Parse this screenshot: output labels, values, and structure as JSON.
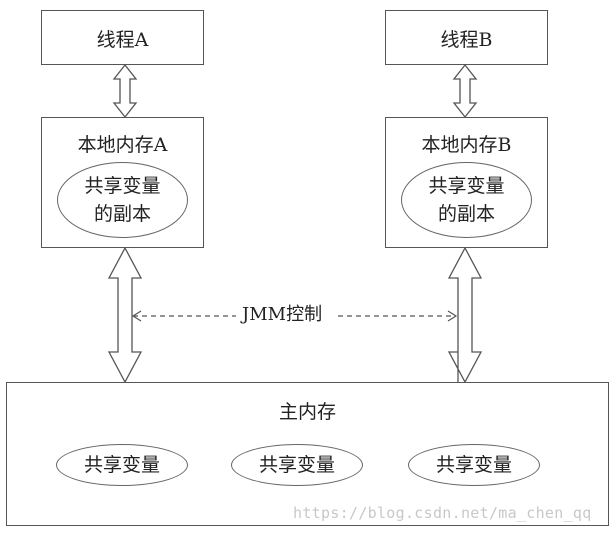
{
  "thread_a": {
    "label": "线程A"
  },
  "thread_b": {
    "label": "线程B"
  },
  "local_mem_a": {
    "label": "本地内存A",
    "copy_line1": "共享变量",
    "copy_line2": "的副本"
  },
  "local_mem_b": {
    "label": "本地内存B",
    "copy_line1": "共享变量",
    "copy_line2": "的副本"
  },
  "jmm": {
    "label": "JMM控制"
  },
  "main_memory": {
    "label": "主内存",
    "vars": [
      "共享变量",
      "共享变量",
      "共享变量"
    ]
  },
  "watermark": "https://blog.csdn.net/ma_chen_qq"
}
